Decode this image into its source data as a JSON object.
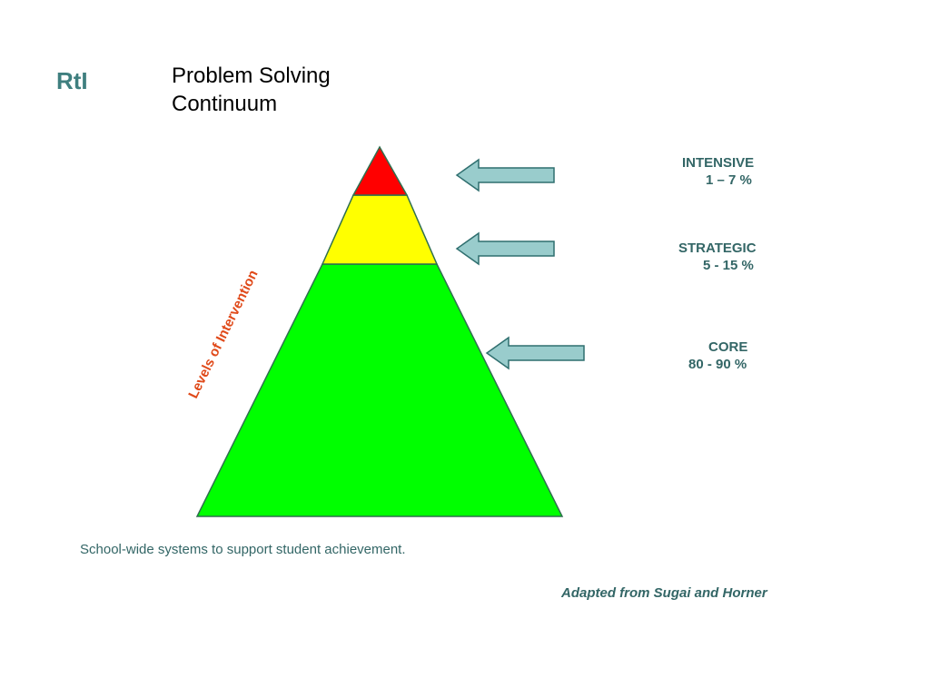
{
  "slide": {
    "section": "RtI",
    "title_lines": [
      "Problem Solving",
      "Continuum"
    ],
    "axis_label": "Levels of Intervention",
    "caption": "School-wide systems to support student achievement.",
    "credit": "Adapted from Sugai and Horner"
  },
  "tiers": [
    {
      "name": "INTENSIVE",
      "range": "1 – 7 %",
      "color": "#ff0000"
    },
    {
      "name": "STRATEGIC",
      "range": "5 - 15 %",
      "color": "#ffff00"
    },
    {
      "name": "CORE",
      "range": "80 - 90 %",
      "color": "#00ff00"
    }
  ],
  "colors": {
    "accent_text": "#336666",
    "axis_label": "#e04a1a",
    "arrow_fill": "#99cccc",
    "arrow_stroke": "#2f6f6f",
    "pyramid_stroke": "#2f6f4f"
  }
}
